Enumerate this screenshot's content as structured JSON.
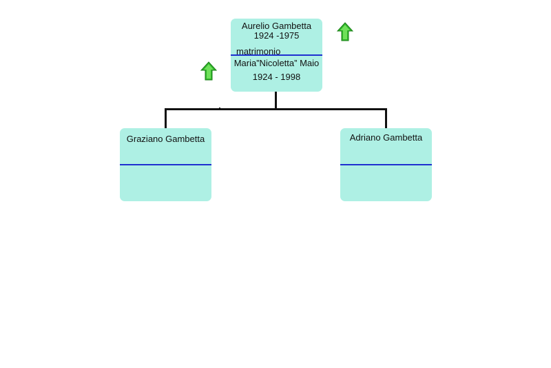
{
  "root": {
    "name": "Aurelio Gambetta",
    "dates": "1924 -1975",
    "marriage_label": "matrimonio",
    "spouse_name": "Maria”Nicoletta” Maio",
    "spouse_dates": "1924 - 1998"
  },
  "children": [
    {
      "name": "Graziano Gambetta"
    },
    {
      "name": "Adriano Gambetta"
    }
  ],
  "colors": {
    "node_fill": "#aef0e4",
    "separator": "#1f2fd0",
    "connector": "#111111",
    "arrow": "#2fb52a"
  },
  "icons": [
    "up-arrow-icon",
    "up-arrow-icon"
  ]
}
